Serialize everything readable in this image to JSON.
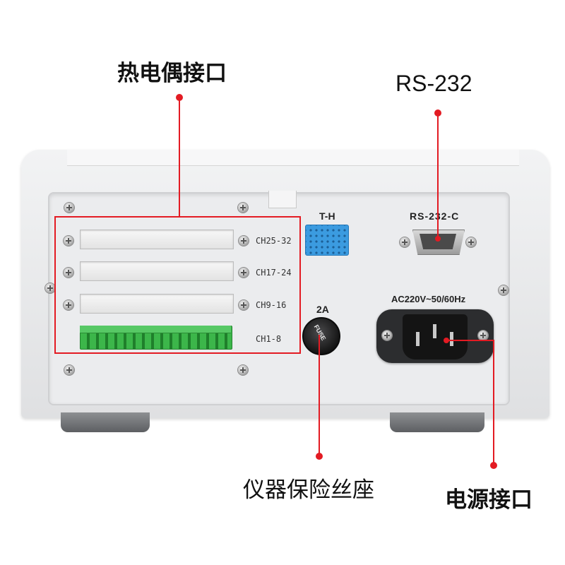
{
  "callouts": {
    "thermocouple": "热电偶接口",
    "rs232": "RS-232",
    "fuse": "仪器保险丝座",
    "power": "电源接口"
  },
  "panel": {
    "sensor_label": "T-H",
    "serial_label": "RS-232-C",
    "power_rating": "AC220V~50/60Hz",
    "fuse_rating": "2A",
    "fuse_cap_text": "FUSE",
    "channels": [
      "CH25-32",
      "CH17-24",
      "CH9-16",
      "CH1-8"
    ]
  },
  "colors": {
    "highlight": "#e31b23",
    "sensor": "#3b9be0",
    "terminal": "#3cb64a",
    "body": "#e8e9eb"
  },
  "icons": [
    "screw-icon",
    "db9-connector-icon",
    "iec-power-socket-icon",
    "fuse-holder-icon",
    "terminal-block-icon"
  ]
}
